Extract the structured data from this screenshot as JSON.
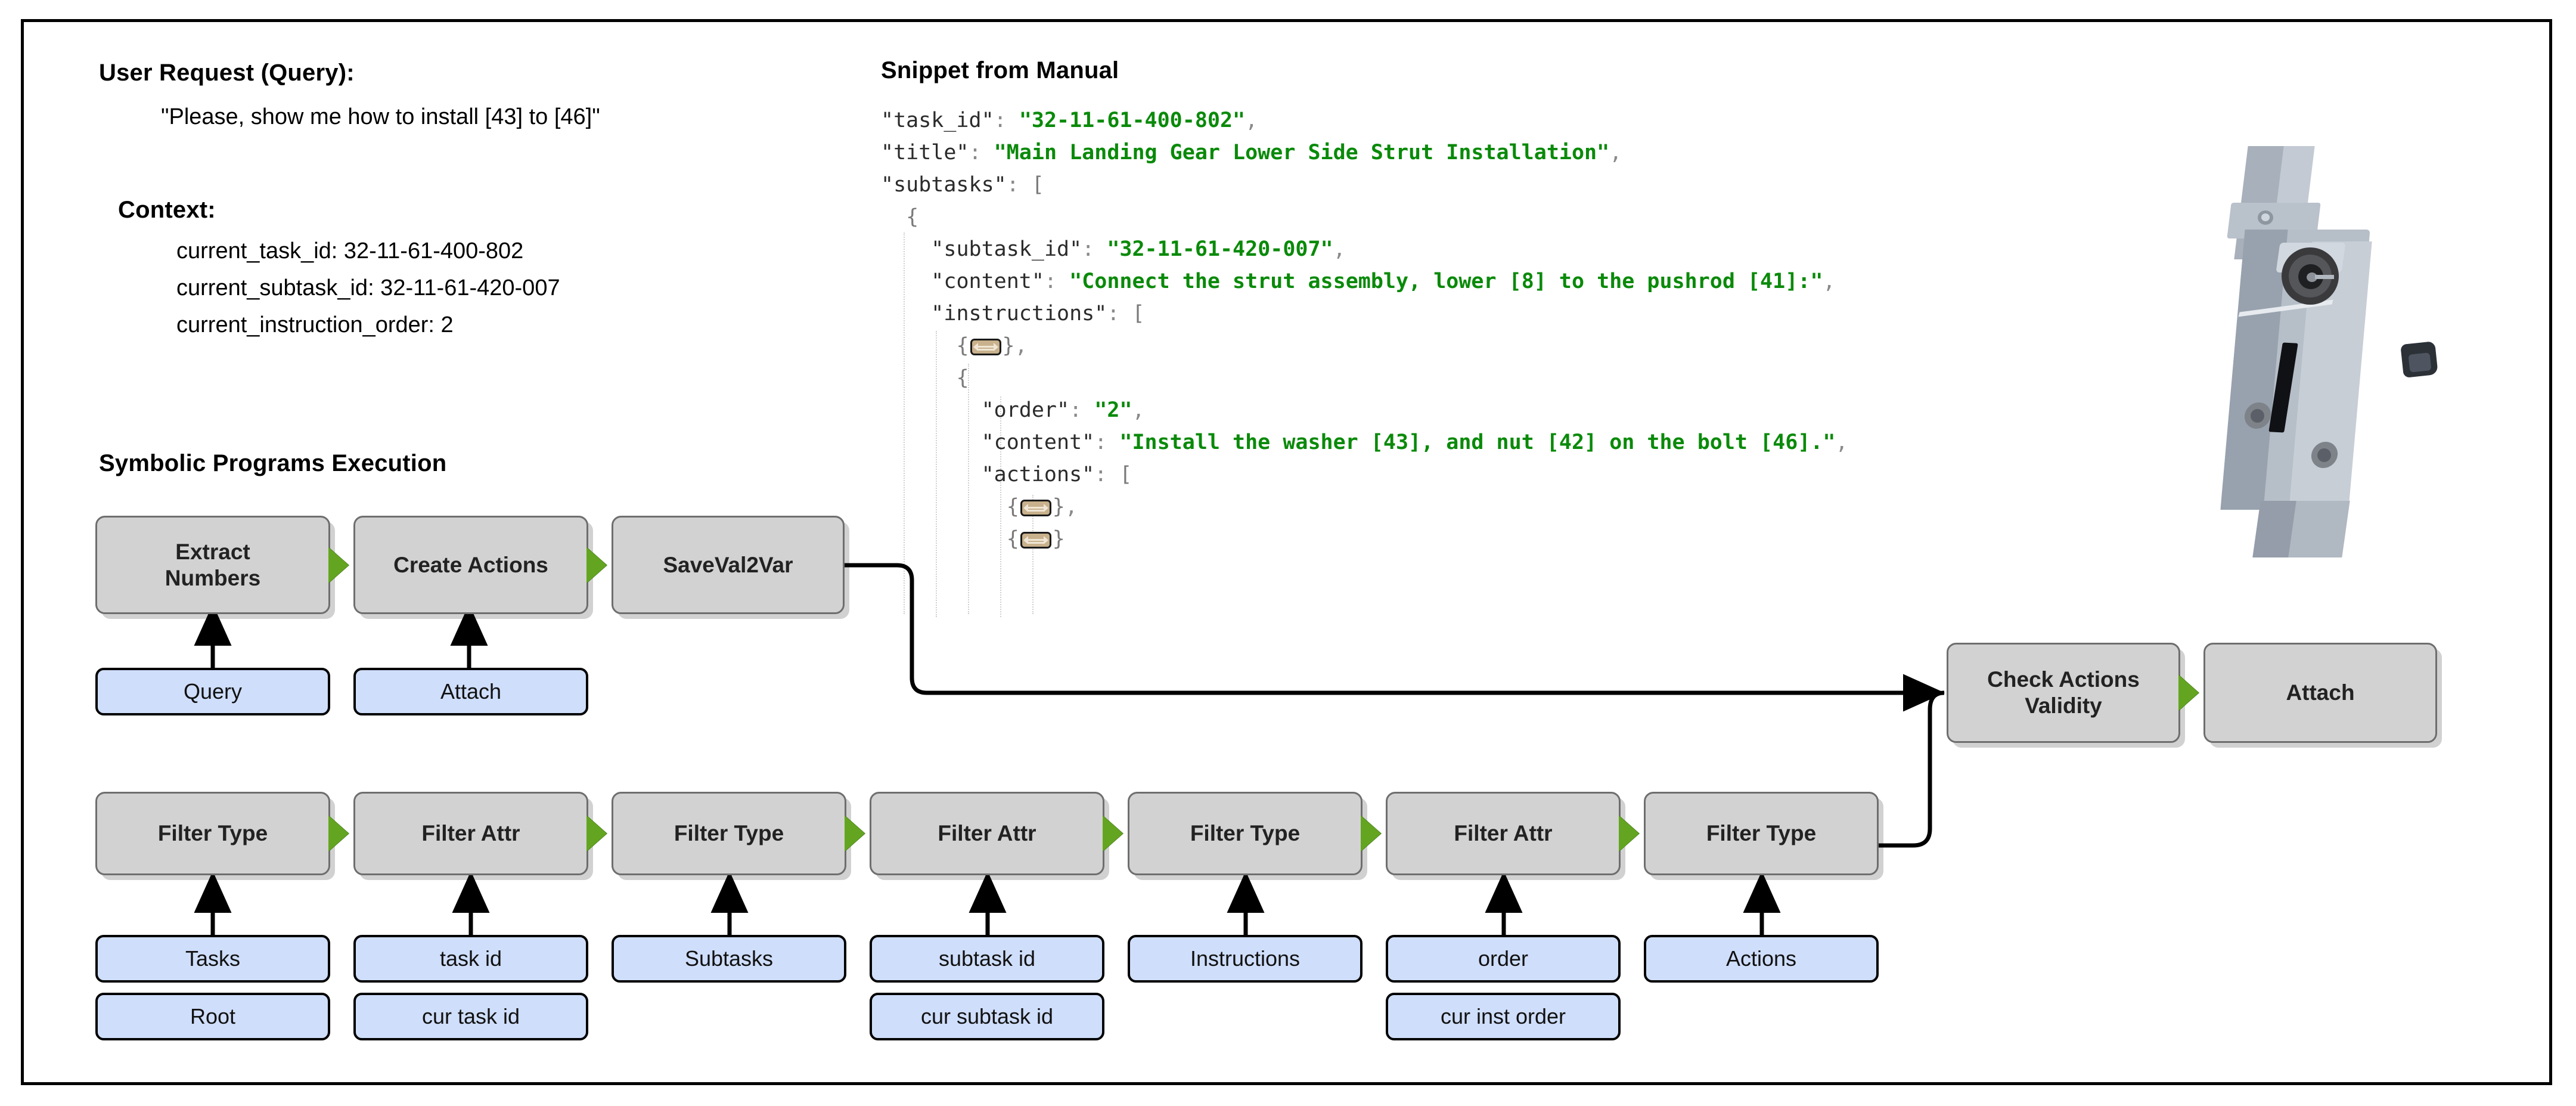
{
  "left_panel": {
    "user_request_heading": "User Request (Query):",
    "user_request_text": "\"Please, show me how to install [43] to [46]\"",
    "context_heading": "Context:",
    "context_lines": [
      "current_task_id: 32-11-61-400-802",
      "current_subtask_id: 32-11-61-420-007",
      "current_instruction_order: 2"
    ],
    "programs_heading": "Symbolic Programs Execution"
  },
  "snippet": {
    "heading": "Snippet from Manual",
    "lines": [
      {
        "indent": 0,
        "key": "\"task_id\"",
        "sep": ": ",
        "value": "\"32-11-61-400-802\"",
        "punct": ","
      },
      {
        "indent": 0,
        "key": "\"title\"",
        "sep": ": ",
        "value": "\"Main Landing Gear Lower Side Strut Installation\"",
        "punct": ","
      },
      {
        "indent": 0,
        "key": "\"subtasks\"",
        "sep": ": ",
        "bracket": "["
      },
      {
        "indent": 1,
        "brace": "{"
      },
      {
        "indent": 2,
        "key": "\"subtask_id\"",
        "sep": ": ",
        "value": "\"32-11-61-420-007\"",
        "punct": ","
      },
      {
        "indent": 2,
        "key": "\"content\"",
        "sep": ": ",
        "value": "\"Connect the strut assembly, lower [8] to the pushrod [41]:\"",
        "punct": ","
      },
      {
        "indent": 2,
        "key": "\"instructions\"",
        "sep": ": ",
        "bracket": "["
      },
      {
        "indent": 3,
        "collapsed": true,
        "punct": ","
      },
      {
        "indent": 3,
        "brace": "{"
      },
      {
        "indent": 4,
        "key": "\"order\"",
        "sep": ": ",
        "value": "\"2\"",
        "punct": ","
      },
      {
        "indent": 4,
        "key": "\"content\"",
        "sep": ": ",
        "value": "\"Install the washer [43], and nut [42] on the bolt [46].\"",
        "punct": ","
      },
      {
        "indent": 4,
        "key": "\"actions\"",
        "sep": ": ",
        "bracket": "["
      },
      {
        "indent": 5,
        "collapsed": true,
        "punct": ","
      },
      {
        "indent": 5,
        "collapsed": true,
        "punct": ""
      }
    ],
    "collapsed_icon_name": "collapsed-object-icon"
  },
  "flow": {
    "top_row": [
      {
        "label": "Extract\nNumbers",
        "type": "op"
      },
      {
        "label": "Create Actions",
        "type": "op"
      },
      {
        "label": "SaveVal2Var",
        "type": "op"
      }
    ],
    "top_inputs": [
      {
        "label": "Query"
      },
      {
        "label": "Attach"
      }
    ],
    "validity_row": [
      {
        "label": "Check Actions\nValidity",
        "type": "op"
      },
      {
        "label": "Attach",
        "type": "op"
      }
    ],
    "bottom_row": [
      {
        "label": "Filter Type",
        "inputs": [
          "Tasks",
          "Root"
        ]
      },
      {
        "label": "Filter Attr",
        "inputs": [
          "task id",
          "cur task id"
        ]
      },
      {
        "label": "Filter Type",
        "inputs": [
          "Subtasks"
        ]
      },
      {
        "label": "Filter Attr",
        "inputs": [
          "subtask id",
          "cur subtask id"
        ]
      },
      {
        "label": "Filter Type",
        "inputs": [
          "Instructions"
        ]
      },
      {
        "label": "Filter Attr",
        "inputs": [
          "order",
          "cur inst order"
        ]
      },
      {
        "label": "Filter Type",
        "inputs": [
          "Actions"
        ]
      }
    ]
  },
  "colors": {
    "op_fill": "#d2d2d2",
    "op_stroke": "#6e6e6e",
    "value_fill": "#cfdefb",
    "value_stroke": "#000000",
    "arrow_green": "#63a520",
    "json_string": "#0a8a0a",
    "json_key": "#2b2b2b",
    "chip_fill": "#c8b18c",
    "frame_stroke": "#000000"
  },
  "illustration": {
    "name": "landing-gear-strut-render",
    "caption": ""
  }
}
